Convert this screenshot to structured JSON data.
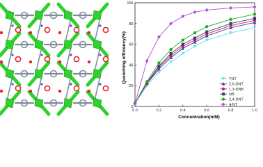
{
  "structure_image": {
    "icon": "crystal-framework-illustration",
    "colors": {
      "metal_polyhedra": "#2fd12f",
      "oxygen": "#e8202a",
      "carbon": "#7f8c99",
      "nitrogen": "#3b5bd6"
    }
  },
  "chart_data": {
    "type": "line",
    "title": "",
    "xlabel": "Concentration(mM)",
    "ylabel": "Quenching efficiency(%)",
    "xlim": [
      0.0,
      1.0
    ],
    "ylim": [
      0,
      100
    ],
    "xticks": [
      "0.0",
      "0.2",
      "0.4",
      "0.6",
      "0.8",
      "1.0"
    ],
    "yticks": [
      "0",
      "20",
      "40",
      "60",
      "80",
      "100"
    ],
    "grid": false,
    "legend_position": "right-center",
    "x": [
      0.0,
      0.1,
      0.2,
      0.3,
      0.4,
      0.5,
      0.6,
      0.8,
      1.0
    ],
    "series": [
      {
        "name": "TNT",
        "color": "#66dde6",
        "marker": "triangle-down",
        "values": [
          3,
          20,
          33,
          43,
          51,
          58,
          64,
          71,
          76
        ]
      },
      {
        "name": "2,6-DNT",
        "color": "#2a3ea8",
        "marker": "triangle-up",
        "values": [
          3,
          22,
          36,
          47,
          56,
          62,
          68,
          76,
          81
        ]
      },
      {
        "name": "1,3-DNB",
        "color": "#d01a4a",
        "marker": "circle",
        "values": [
          3,
          22,
          38,
          49,
          58,
          64,
          70,
          78,
          83
        ]
      },
      {
        "name": "NB",
        "color": "#3a3a7a",
        "marker": "square",
        "values": [
          3,
          23,
          39,
          51,
          60,
          66,
          72,
          80,
          85
        ]
      },
      {
        "name": "2,4-DNT",
        "color": "#22aa22",
        "marker": "circle",
        "values": [
          3,
          24,
          42,
          55,
          64,
          71,
          77,
          84,
          89
        ]
      },
      {
        "name": "4-NT",
        "color": "#b04cd6",
        "marker": "diamond",
        "values": [
          3,
          44,
          67,
          80,
          87,
          91,
          93,
          95,
          96
        ]
      }
    ]
  }
}
